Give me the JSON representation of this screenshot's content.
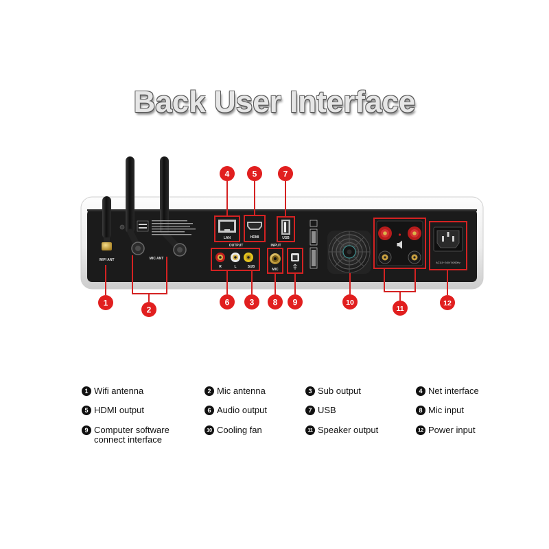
{
  "title": "Back User Interface",
  "colors": {
    "callout": "#e11f1f",
    "box_outline": "#d42222",
    "panel": "#1b1b1b",
    "legend_badge": "#111111"
  },
  "device_labels": {
    "wifi_ant": "WIFI ANT",
    "mic_ant": "MIC ANT",
    "lan": "LAN",
    "hdmi": "HDMI",
    "usb": "USB",
    "output": "OUTPUT",
    "rca_r": "R",
    "rca_l": "L",
    "sub": "SUB",
    "input": "INPUT",
    "mic": "MIC",
    "power_rating": "AC110~240V 50/60Hz"
  },
  "callouts": [
    "1",
    "2",
    "3",
    "4",
    "5",
    "6",
    "7",
    "8",
    "9",
    "10",
    "11",
    "12"
  ],
  "legend": [
    {
      "num": "1",
      "lines": [
        "Wifi antenna"
      ]
    },
    {
      "num": "2",
      "lines": [
        "Mic antenna"
      ]
    },
    {
      "num": "3",
      "lines": [
        "Sub output"
      ]
    },
    {
      "num": "4",
      "lines": [
        "Net interface"
      ]
    },
    {
      "num": "5",
      "lines": [
        "HDMI output"
      ]
    },
    {
      "num": "6",
      "lines": [
        "Audio output"
      ]
    },
    {
      "num": "7",
      "lines": [
        "USB"
      ]
    },
    {
      "num": "8",
      "lines": [
        "Mic input"
      ]
    },
    {
      "num": "9",
      "lines": [
        "Computer software",
        "connect interface"
      ]
    },
    {
      "num": "10",
      "lines": [
        "Cooling fan"
      ]
    },
    {
      "num": "11",
      "lines": [
        "Speaker output"
      ]
    },
    {
      "num": "12",
      "lines": [
        "Power input"
      ]
    }
  ]
}
